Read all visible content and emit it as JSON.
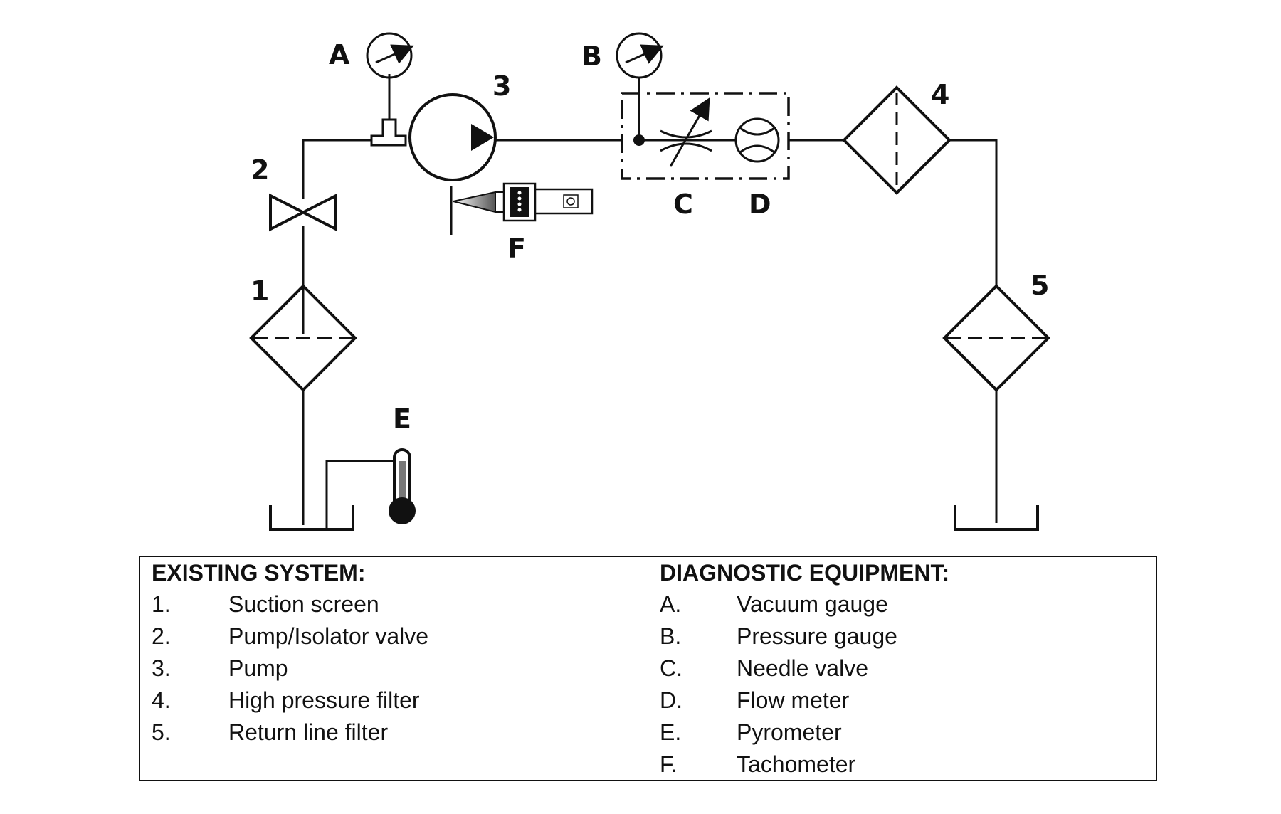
{
  "diagram": {
    "labels": {
      "A": "A",
      "B": "B",
      "C": "C",
      "D": "D",
      "E": "E",
      "F": "F",
      "n1": "1",
      "n2": "2",
      "n3": "3",
      "n4": "4",
      "n5": "5"
    }
  },
  "legend": {
    "existing": {
      "title": "EXISTING SYSTEM:",
      "items": [
        {
          "num": "1.",
          "text": "Suction screen"
        },
        {
          "num": "2.",
          "text": "Pump/Isolator valve"
        },
        {
          "num": "3.",
          "text": "Pump"
        },
        {
          "num": "4.",
          "text": "High pressure filter"
        },
        {
          "num": "5.",
          "text": "Return line filter"
        }
      ]
    },
    "diagnostic": {
      "title": "DIAGNOSTIC EQUIPMENT:",
      "items": [
        {
          "num": "A.",
          "text": "Vacuum gauge"
        },
        {
          "num": "B.",
          "text": "Pressure gauge"
        },
        {
          "num": "C.",
          "text": "Needle valve"
        },
        {
          "num": "D.",
          "text": "Flow meter"
        },
        {
          "num": "E.",
          "text": "Pyrometer"
        },
        {
          "num": "F.",
          "text": "Tachometer"
        }
      ]
    }
  }
}
